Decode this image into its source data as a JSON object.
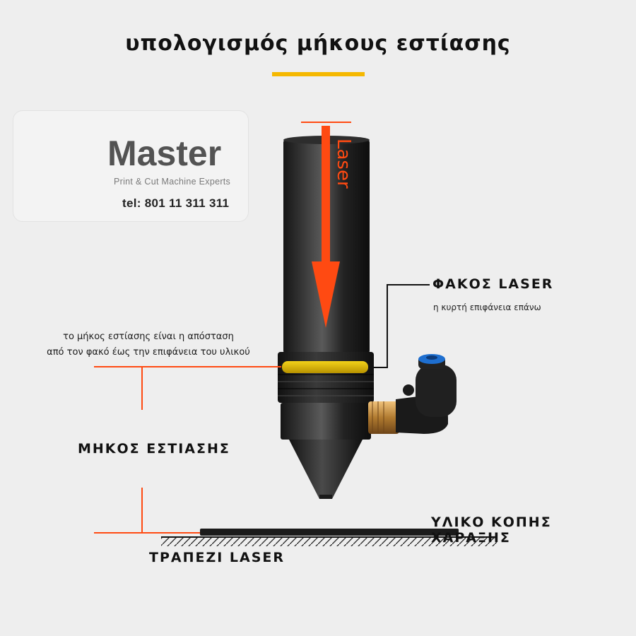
{
  "title": "υπολογισμός μήκους εστίασης",
  "logo": {
    "brand": "Master",
    "tagline": "Print & Cut Machine Experts",
    "phone": "tel: 801 11 311 311"
  },
  "beam_label": "Laser",
  "lens": {
    "label": "ΦΑΚΟΣ LASER",
    "sublabel": "η κυρτή επιφάνεια επάνω"
  },
  "focus_description": {
    "line1": "το μήκος εστίασης είναι η απόσταση",
    "line2": "από τον φακό έως την επιφάνεια του υλικού"
  },
  "focus_length_label": "ΜΗΚΟΣ ΕΣΤΙΑΣΗΣ",
  "material_label": "ΥΛΙΚΟ ΚΟΠΗΣ ΧΑΡΑΞΗΣ",
  "table_label": "ΤΡΑΠΕΖΙ LASER",
  "colors": {
    "accent_orange": "#ff4a12",
    "underline_yellow": "#f5b800",
    "lens_gold": "#d9b300",
    "fitting_blue": "#1e6fd0",
    "body_black": "#1e1e1e"
  }
}
